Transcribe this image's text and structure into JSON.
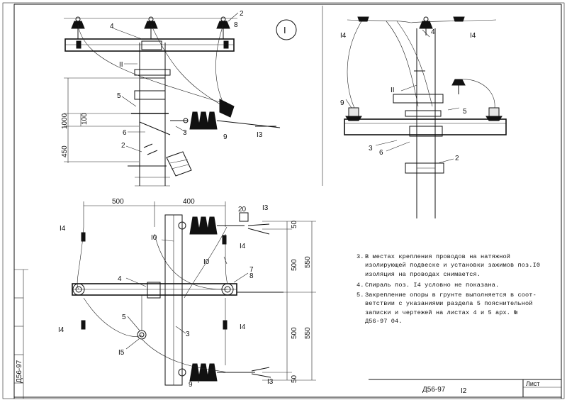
{
  "sheet": {
    "code_vertical": "Д56-97",
    "section_number": "I",
    "stamp_code": "Д56-97",
    "stamp_sheet_label": "Лист",
    "stamp_sheet_number": "I2"
  },
  "labels": {
    "pos_2": "2",
    "pos_3": "3",
    "pos_4": "4",
    "pos_5": "5",
    "pos_6": "6",
    "pos_7": "7",
    "pos_8": "8",
    "pos_9": "9",
    "pos_II": "II",
    "pos_I3": "I3",
    "pos_I4": "I4",
    "pos_I5": "I5",
    "pos_I0": "I0",
    "pos_20": "20"
  },
  "dimensions": {
    "d1000": "1000",
    "d100": "100",
    "d450": "450",
    "d500": "500",
    "d400": "400",
    "d50": "50",
    "d550": "550"
  },
  "notes": [
    {
      "num": "3.",
      "lines": [
        "В местах крепления проводов на натяжной",
        "изолирующей подвеске и установки зажимов поз.I0",
        "изоляция на проводах снимается."
      ]
    },
    {
      "num": "4.",
      "lines": [
        "Спираль поз. I4 условно не показана."
      ]
    },
    {
      "num": "5.",
      "lines": [
        "Закрепление опоры в грунте выполняется в соот-",
        "ветствии с указаниями раздела 5 пояснительной",
        "записки и чертежей на листах 4 и 5 арх. №",
        "Д56-97 04."
      ]
    }
  ]
}
